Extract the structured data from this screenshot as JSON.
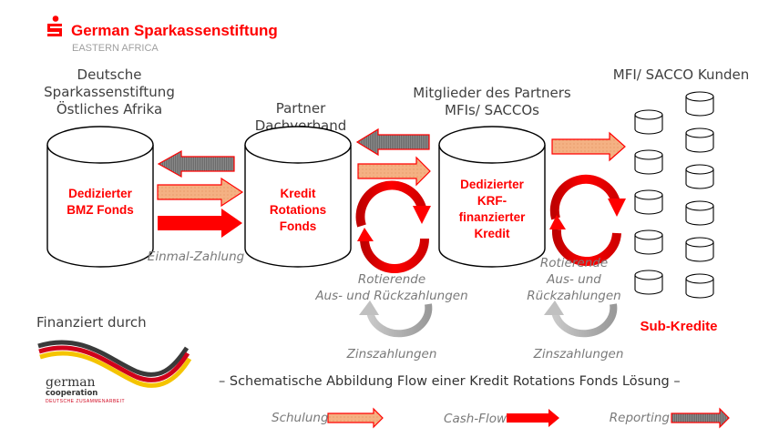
{
  "header": {
    "logo_symbol": "S",
    "brand_name": "German Sparkassenstiftung",
    "brand_sub": "EASTERN AFRICA",
    "brand_color": "#ff0000"
  },
  "columns": [
    {
      "title": [
        "Deutsche",
        "Sparkassenstiftung",
        "Östliches Afrika"
      ],
      "fund": [
        "Dedizierter",
        "BMZ Fonds"
      ]
    },
    {
      "title": [
        "Partner",
        "Dachverband"
      ],
      "fund": [
        "Kredit",
        "Rotations",
        "Fonds"
      ]
    },
    {
      "title": [
        "Mitglieder des Partners",
        "MFIs/ SACCOs"
      ],
      "fund": [
        "Dedizierter",
        "KRF-",
        "finanzierter",
        "Kredit"
      ]
    },
    {
      "title": [
        "MFI/ SACCO Kunden"
      ],
      "fund": [
        "Sub-Kredite"
      ]
    }
  ],
  "annotations": {
    "one_time": "Einmal-Zahlung",
    "rotating_1": [
      "Rotierende",
      "Aus- und Rückzahlungen"
    ],
    "rotating_2": [
      "Rotierende",
      "Aus- und",
      "Rückzahlungen"
    ],
    "interest_1": "Zinszahlungen",
    "interest_2": "Zinszahlungen"
  },
  "funding": {
    "label": "Finanziert durch",
    "logo_line1": "german",
    "logo_line2": "cooperation",
    "logo_line3": "DEUTSCHE ZUSAMMENARBEIT"
  },
  "caption": "– Schematische Abbildung Flow einer Kredit Rotations Fonds Lösung –",
  "legend": [
    {
      "label": "Schulung",
      "type": "training",
      "color": "#f4b183"
    },
    {
      "label": "Cash-Flow",
      "type": "cash",
      "color": "#ff0000"
    },
    {
      "label": "Reporting",
      "type": "reporting",
      "color": "#808080"
    }
  ],
  "client_cylinders": {
    "left_column": 5,
    "right_column": 6
  }
}
